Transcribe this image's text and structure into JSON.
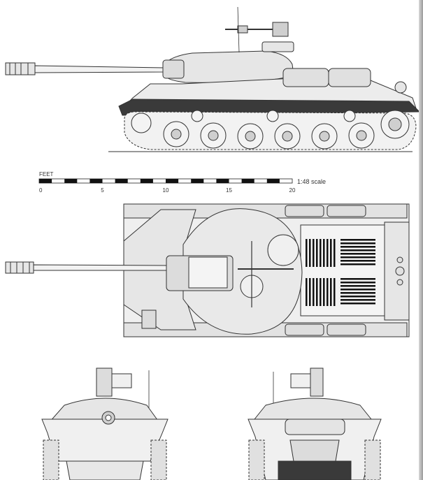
{
  "scale_bar": {
    "unit_label": "FEET",
    "ticks": [
      "0",
      "5",
      "10",
      "15",
      "20"
    ],
    "scale_label": "1:48 scale"
  },
  "colors": {
    "line": "#333333",
    "hull_fill": "#e6e6e6",
    "shade": "#cfcfcf",
    "track_dark": "#3a3a3a",
    "background": "#ffffff"
  },
  "views": [
    {
      "name": "side-elevation"
    },
    {
      "name": "plan-view"
    },
    {
      "name": "front-elevation"
    },
    {
      "name": "rear-elevation"
    }
  ]
}
